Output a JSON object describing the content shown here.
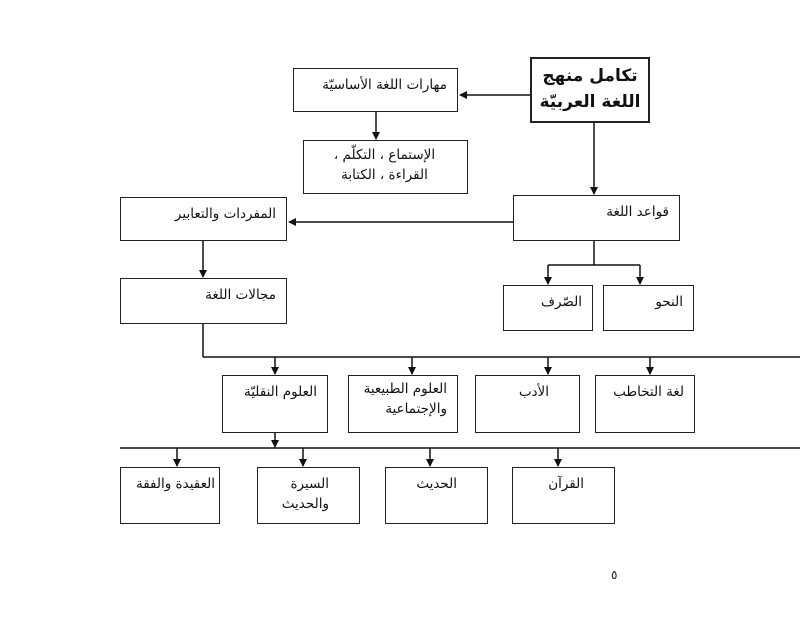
{
  "title": "تكامل منهج اللغة العربيّة",
  "nodes": {
    "main": [
      "تكامل منهج",
      "اللغة العربيّة"
    ],
    "skills": "مهارات اللغة الأساسيّة",
    "skills_list": [
      "الإستماع ، التكلّم ،",
      "القراءة ، الكتابة"
    ],
    "rules": "قواعد اللغة",
    "vocab": "المفردات والتعابير",
    "domains": "مجالات اللغة",
    "sarf": "الصّرف",
    "nahw": "النحو",
    "naqli": "العلوم النقليّة",
    "natural": [
      "العلوم الطبيعية",
      "والإجتماعية"
    ],
    "adab": "الأدب",
    "speech": "لغة التخاطب",
    "aqida": "العقيدة والفقة",
    "sira": [
      "السيرة",
      "والحديث"
    ],
    "hadith": "الحديث",
    "quran": "القرآن"
  },
  "page_number": "٥"
}
